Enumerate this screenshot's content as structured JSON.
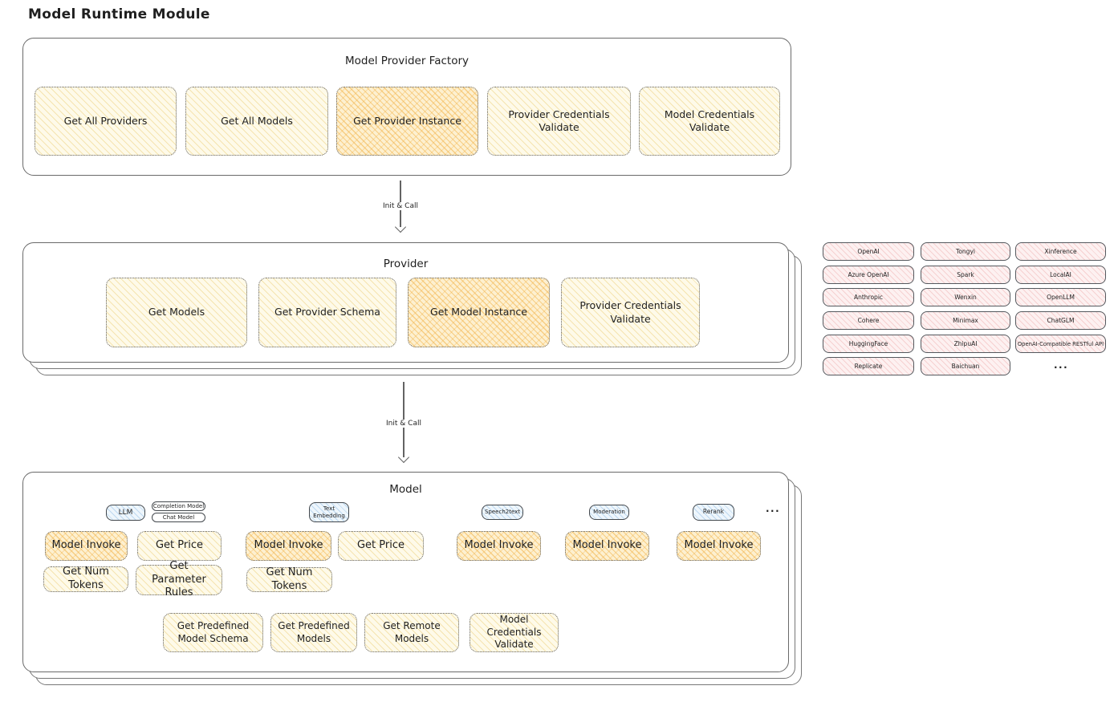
{
  "page": {
    "title": "Model Runtime Module"
  },
  "factory": {
    "title": "Model Provider Factory",
    "buttons": [
      "Get All Providers",
      "Get All Models",
      "Get Provider Instance",
      "Provider Credentials Validate",
      "Model Credentials Validate"
    ]
  },
  "arrows": {
    "factory_to_provider": "Init & Call",
    "provider_to_model": "Init & Call"
  },
  "provider": {
    "title": "Provider",
    "buttons": [
      "Get Models",
      "Get Provider Schema",
      "Get Model Instance",
      "Provider Credentials Validate"
    ]
  },
  "model": {
    "title": "Model",
    "types": {
      "llm": "LLM",
      "completion": "Completion Model",
      "chat": "Chat Model",
      "text_embedding": "Text Embedding",
      "speech2text": "Speech2text",
      "moderation": "Moderation",
      "rerank": "Rerank",
      "more": "..."
    },
    "buttons": {
      "model_invoke": "Model Invoke",
      "get_price": "Get Price",
      "get_num_tokens": "Get Num Tokens",
      "get_parameter_rules": "Get Parameter Rules",
      "get_predefined_model_schema": "Get Predefined Model Schema",
      "get_predefined_models": "Get Predefined Models",
      "get_remote_models": "Get Remote Models",
      "model_credentials_validate": "Model Credentials Validate"
    }
  },
  "provider_list": {
    "columns": [
      [
        "OpenAI",
        "Azure OpenAI",
        "Anthropic",
        "Cohere",
        "HuggingFace",
        "Replicate"
      ],
      [
        "Tongyi",
        "Spark",
        "Wenxin",
        "Minimax",
        "ZhipuAI",
        "Baichuan"
      ],
      [
        "Xinference",
        "LocalAI",
        "OpenLLM",
        "ChatGLM",
        "OpenAI-Compatible RESTful API"
      ]
    ],
    "more": "..."
  },
  "colors": {
    "card_yellow": "#fefae9",
    "card_orange_highlight": "#f2b246",
    "card_pink": "#fdf1f1",
    "chip_blue": "#eef6fc",
    "stroke": "#43484d"
  }
}
